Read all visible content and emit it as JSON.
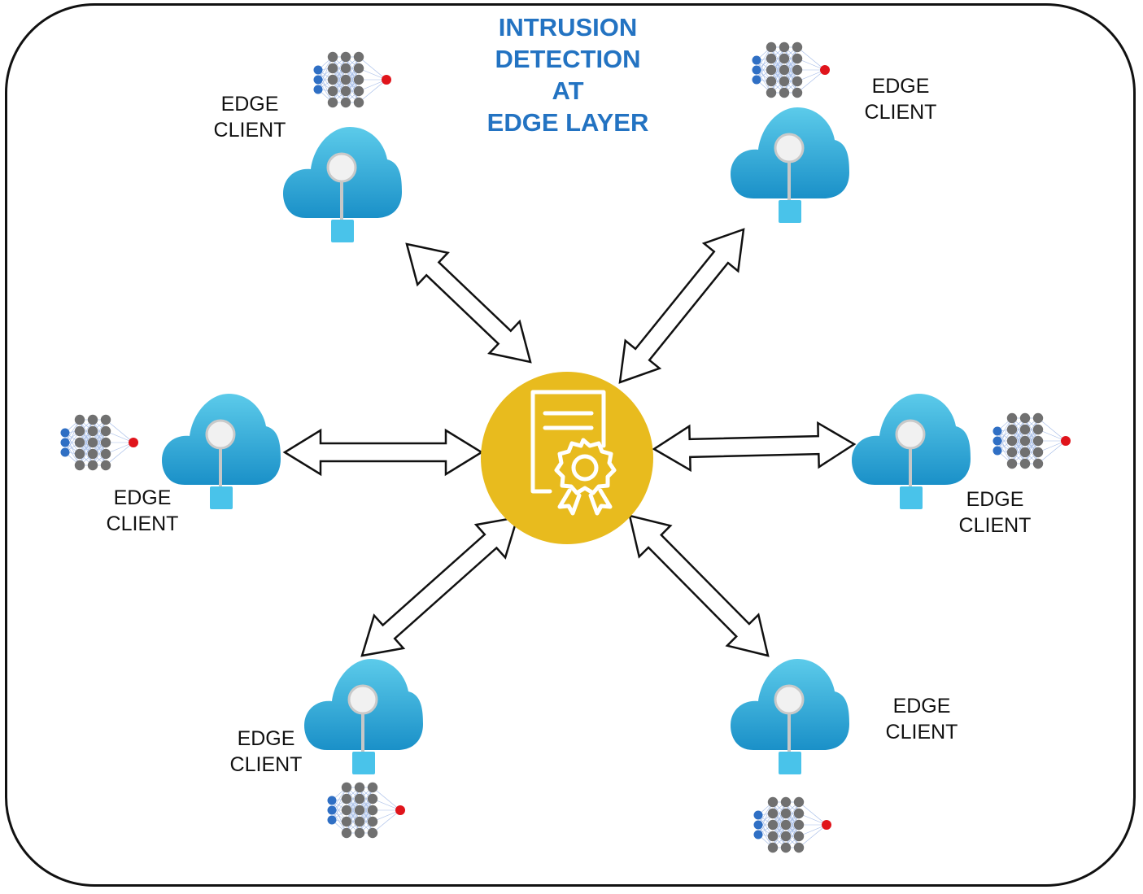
{
  "title_lines": [
    "INTRUSION",
    "DETECTION",
    "AT",
    "EDGE LAYER"
  ],
  "clients": [
    {
      "line1": "EDGE",
      "line2": "CLIENT"
    },
    {
      "line1": "EDGE",
      "line2": "CLIENT"
    },
    {
      "line1": "EDGE",
      "line2": "CLIENT"
    },
    {
      "line1": "EDGE",
      "line2": "CLIENT"
    },
    {
      "line1": "EDGE",
      "line2": "CLIENT"
    },
    {
      "line1": "EDGE",
      "line2": "CLIENT"
    }
  ],
  "colors": {
    "title": "#2373c2",
    "hub": "#e8bb1e",
    "cloud_top": "#5ccbea",
    "cloud_bottom": "#1a90c8",
    "connector": "#49c3ea",
    "nn_input": "#2f6fc4",
    "nn_hidden": "#707070",
    "nn_output": "#e0141b"
  },
  "icons": {
    "hub": "certificate-icon",
    "client": "cloud-icon",
    "model": "neural-network-icon",
    "link": "double-arrow-icon"
  }
}
